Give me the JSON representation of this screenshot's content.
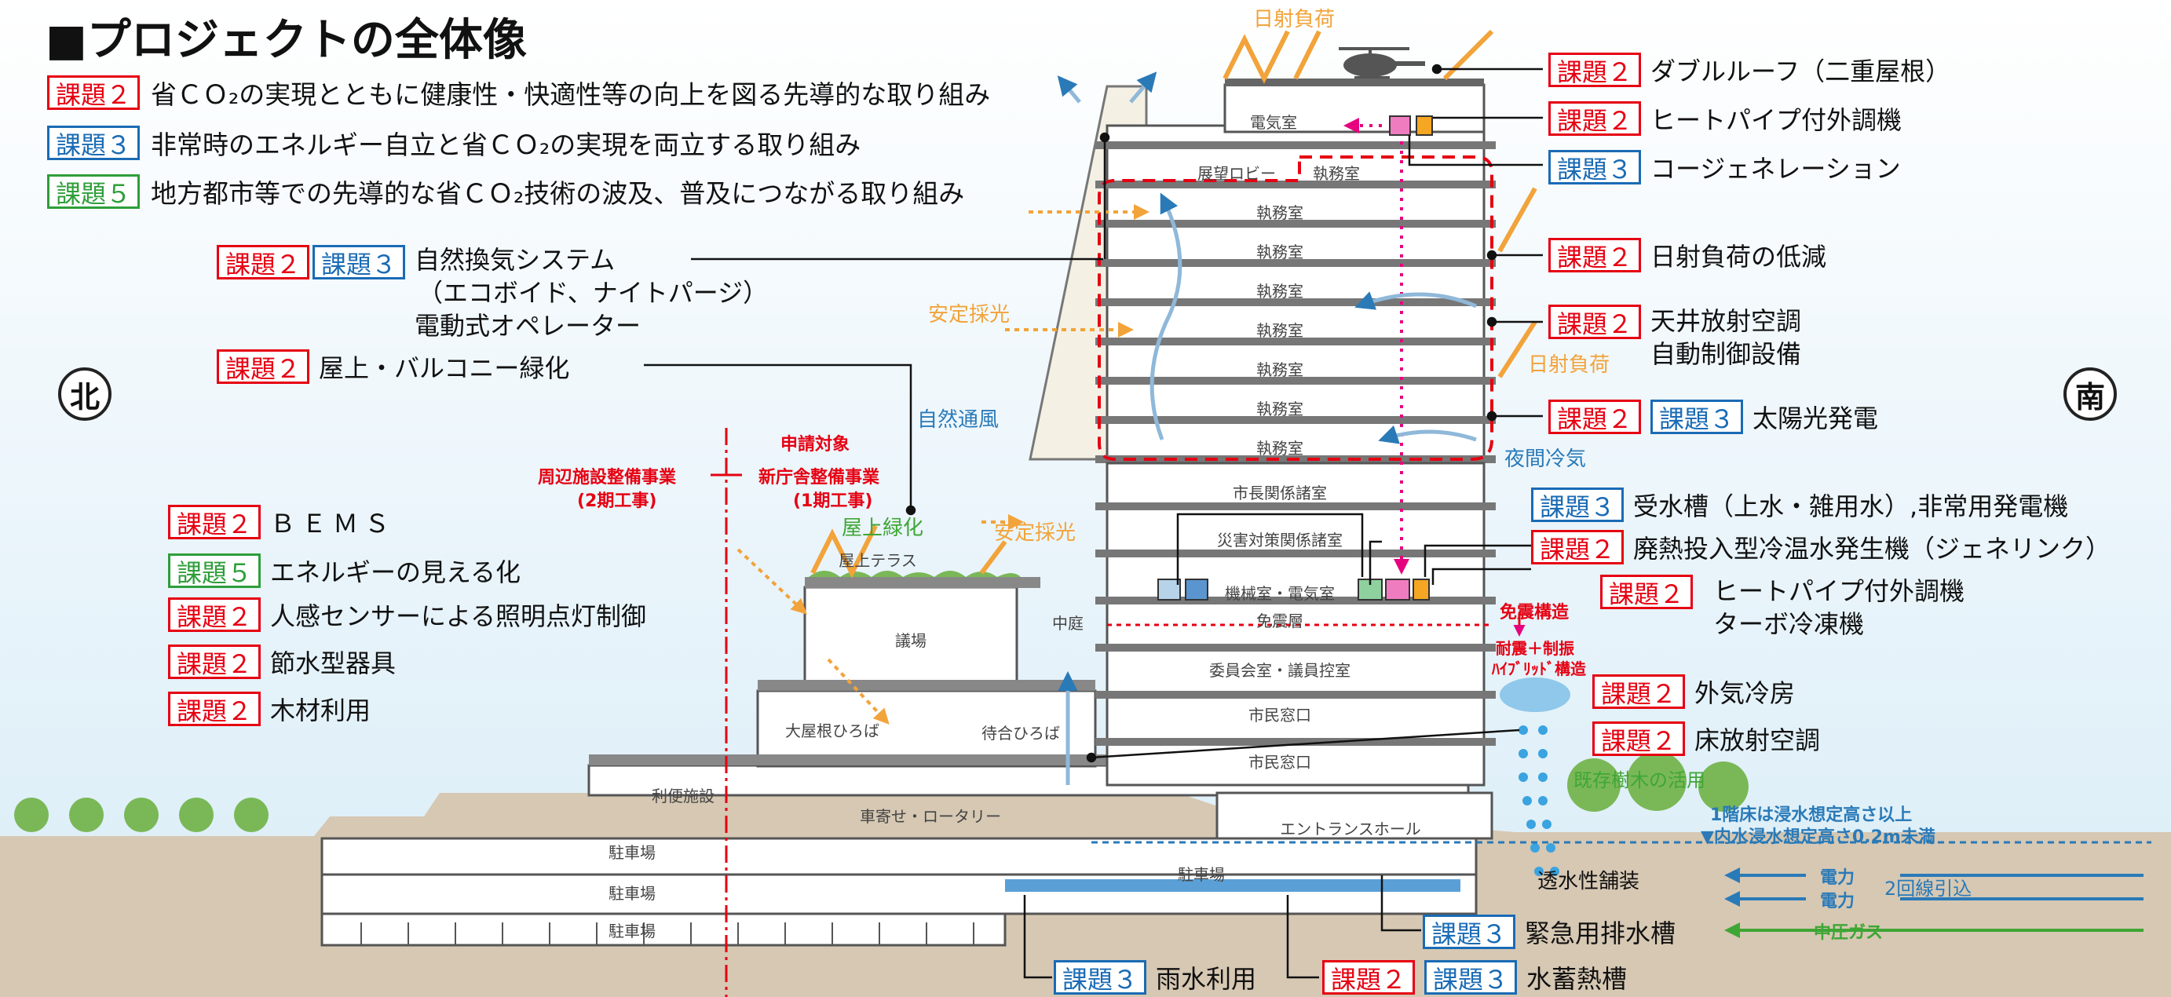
{
  "title": "■プロジェクトの全体像",
  "legend": [
    {
      "badge": "課題２",
      "color": "red",
      "text": "省ＣＯ₂の実現とともに健康性・快適性等の向上を図る先導的な取り組み"
    },
    {
      "badge": "課題３",
      "color": "blue",
      "text": "非常時のエネルギー自立と省ＣＯ₂の実現を両立する取り組み"
    },
    {
      "badge": "課題５",
      "color": "green",
      "text": "地方都市等での先導的な省ＣＯ₂技術の波及、普及につながる取り組み"
    }
  ],
  "compass": {
    "north": "北",
    "south": "南"
  },
  "left_labels": {
    "natural_vent": {
      "badges": [
        "課題２",
        "課題３"
      ],
      "lines": [
        "自然換気システム",
        "（エコボイド、ナイトパージ）",
        "電動式オペレーター"
      ]
    },
    "greening": {
      "badges": [
        "課題２"
      ],
      "lines": [
        "屋上・バルコニー緑化"
      ]
    },
    "bems": {
      "badges": [
        "課題２"
      ],
      "lines": [
        "ＢＥＭＳ"
      ]
    },
    "visual": {
      "badges": [
        "課題５"
      ],
      "lines": [
        "エネルギーの見える化"
      ]
    },
    "sensor": {
      "badges": [
        "課題２"
      ],
      "lines": [
        "人感センサーによる照明点灯制御"
      ]
    },
    "water_saving": {
      "badges": [
        "課題２"
      ],
      "lines": [
        "節水型器具"
      ]
    },
    "wood": {
      "badges": [
        "課題２"
      ],
      "lines": [
        "木材利用"
      ]
    }
  },
  "right_labels": {
    "double_roof": {
      "badges": [
        "課題２"
      ],
      "lines": [
        "ダブルルーフ（二重屋根）"
      ]
    },
    "heatpipe_top": {
      "badges": [
        "課題２"
      ],
      "lines": [
        "ヒートパイプ付外調機"
      ]
    },
    "cogen": {
      "badges": [
        "課題３"
      ],
      "lines": [
        "コージェネレーション"
      ]
    },
    "solar_reduction": {
      "badges": [
        "課題２"
      ],
      "lines": [
        "日射負荷の低減"
      ]
    },
    "ceiling_radiant": {
      "badges": [
        "課題２"
      ],
      "lines": [
        "天井放射空調",
        "自動制御設備"
      ]
    },
    "pv": {
      "badges": [
        "課題２",
        "課題３"
      ],
      "lines": [
        "太陽光発電"
      ]
    },
    "water_tank": {
      "badges": [
        "課題３"
      ],
      "lines": [
        "受水槽（上水・雑用水）,非常用発電機"
      ]
    },
    "genelink": {
      "badges": [
        "課題２"
      ],
      "lines": [
        "廃熱投入型冷温水発生機（ジェネリンク）"
      ]
    },
    "heatpipe_mid": {
      "badges": [
        "課題２"
      ],
      "lines": [
        "ヒートパイプ付外調機",
        "ターボ冷凍機"
      ]
    },
    "outside_cooling": {
      "badges": [
        "課題２"
      ],
      "lines": [
        "外気冷房"
      ]
    },
    "floor_radiant": {
      "badges": [
        "課題２"
      ],
      "lines": [
        "床放射空調"
      ]
    }
  },
  "bottom_labels": {
    "drain": {
      "badges": [
        "課題３"
      ],
      "lines": [
        "緊急用排水槽"
      ]
    },
    "rain": {
      "badges": [
        "課題３"
      ],
      "lines": [
        "雨水利用"
      ]
    },
    "thermal": {
      "badges": [
        "課題２",
        "課題３"
      ],
      "lines": [
        "水蓄熱槽"
      ]
    }
  },
  "rooms": {
    "electric": "電気室",
    "lobby": "展望ロビー",
    "office": "執務室",
    "mayor": "市長関係諸室",
    "disaster": "災害対策関係諸室",
    "machine": "機械室・電気室",
    "iso": "免震層",
    "committee": "委員会室・議員控室",
    "citizen": "市民窓口",
    "entrance": "エントランスホール",
    "terrace": "屋上テラス",
    "assembly": "議場",
    "courtyard": "中庭",
    "big_roof": "大屋根ひろば",
    "waiting": "待合ひろば",
    "convenience": "利便施設",
    "rotary": "車寄せ・ロータリー",
    "parking": "駐車場"
  },
  "annotations": {
    "solar_load": "日射負荷",
    "stable_light": "安定採光",
    "natural_flow": "自然通風",
    "night_cool": "夜間冷気",
    "roof_green": "屋上緑化",
    "apply_target": "申請対象",
    "surrounding": "周辺施設整備事業",
    "phase2": "(2期工事)",
    "new_hall": "新庁舎整備事業",
    "phase1": "(1期工事)",
    "iso_structure": "免震構造",
    "hybrid_1": "耐震＋制振",
    "hybrid_2": "ﾊｲﾌﾞﾘｯﾄﾞ構造",
    "existing_trees": "既存樹木の活用",
    "flood_1": "1階床は浸水想定高さ以上",
    "flood_2": "▼内水浸水想定高さ0.2m未満",
    "permeable": "透水性舗装",
    "power": "電力",
    "two_line": "2回線引込",
    "gas": "中圧ガス"
  },
  "colors": {
    "red": "#e60012",
    "blue": "#1a6bb5",
    "green": "#2e9e3a",
    "orange": "#f2a33a",
    "magenta": "#e6007e"
  }
}
